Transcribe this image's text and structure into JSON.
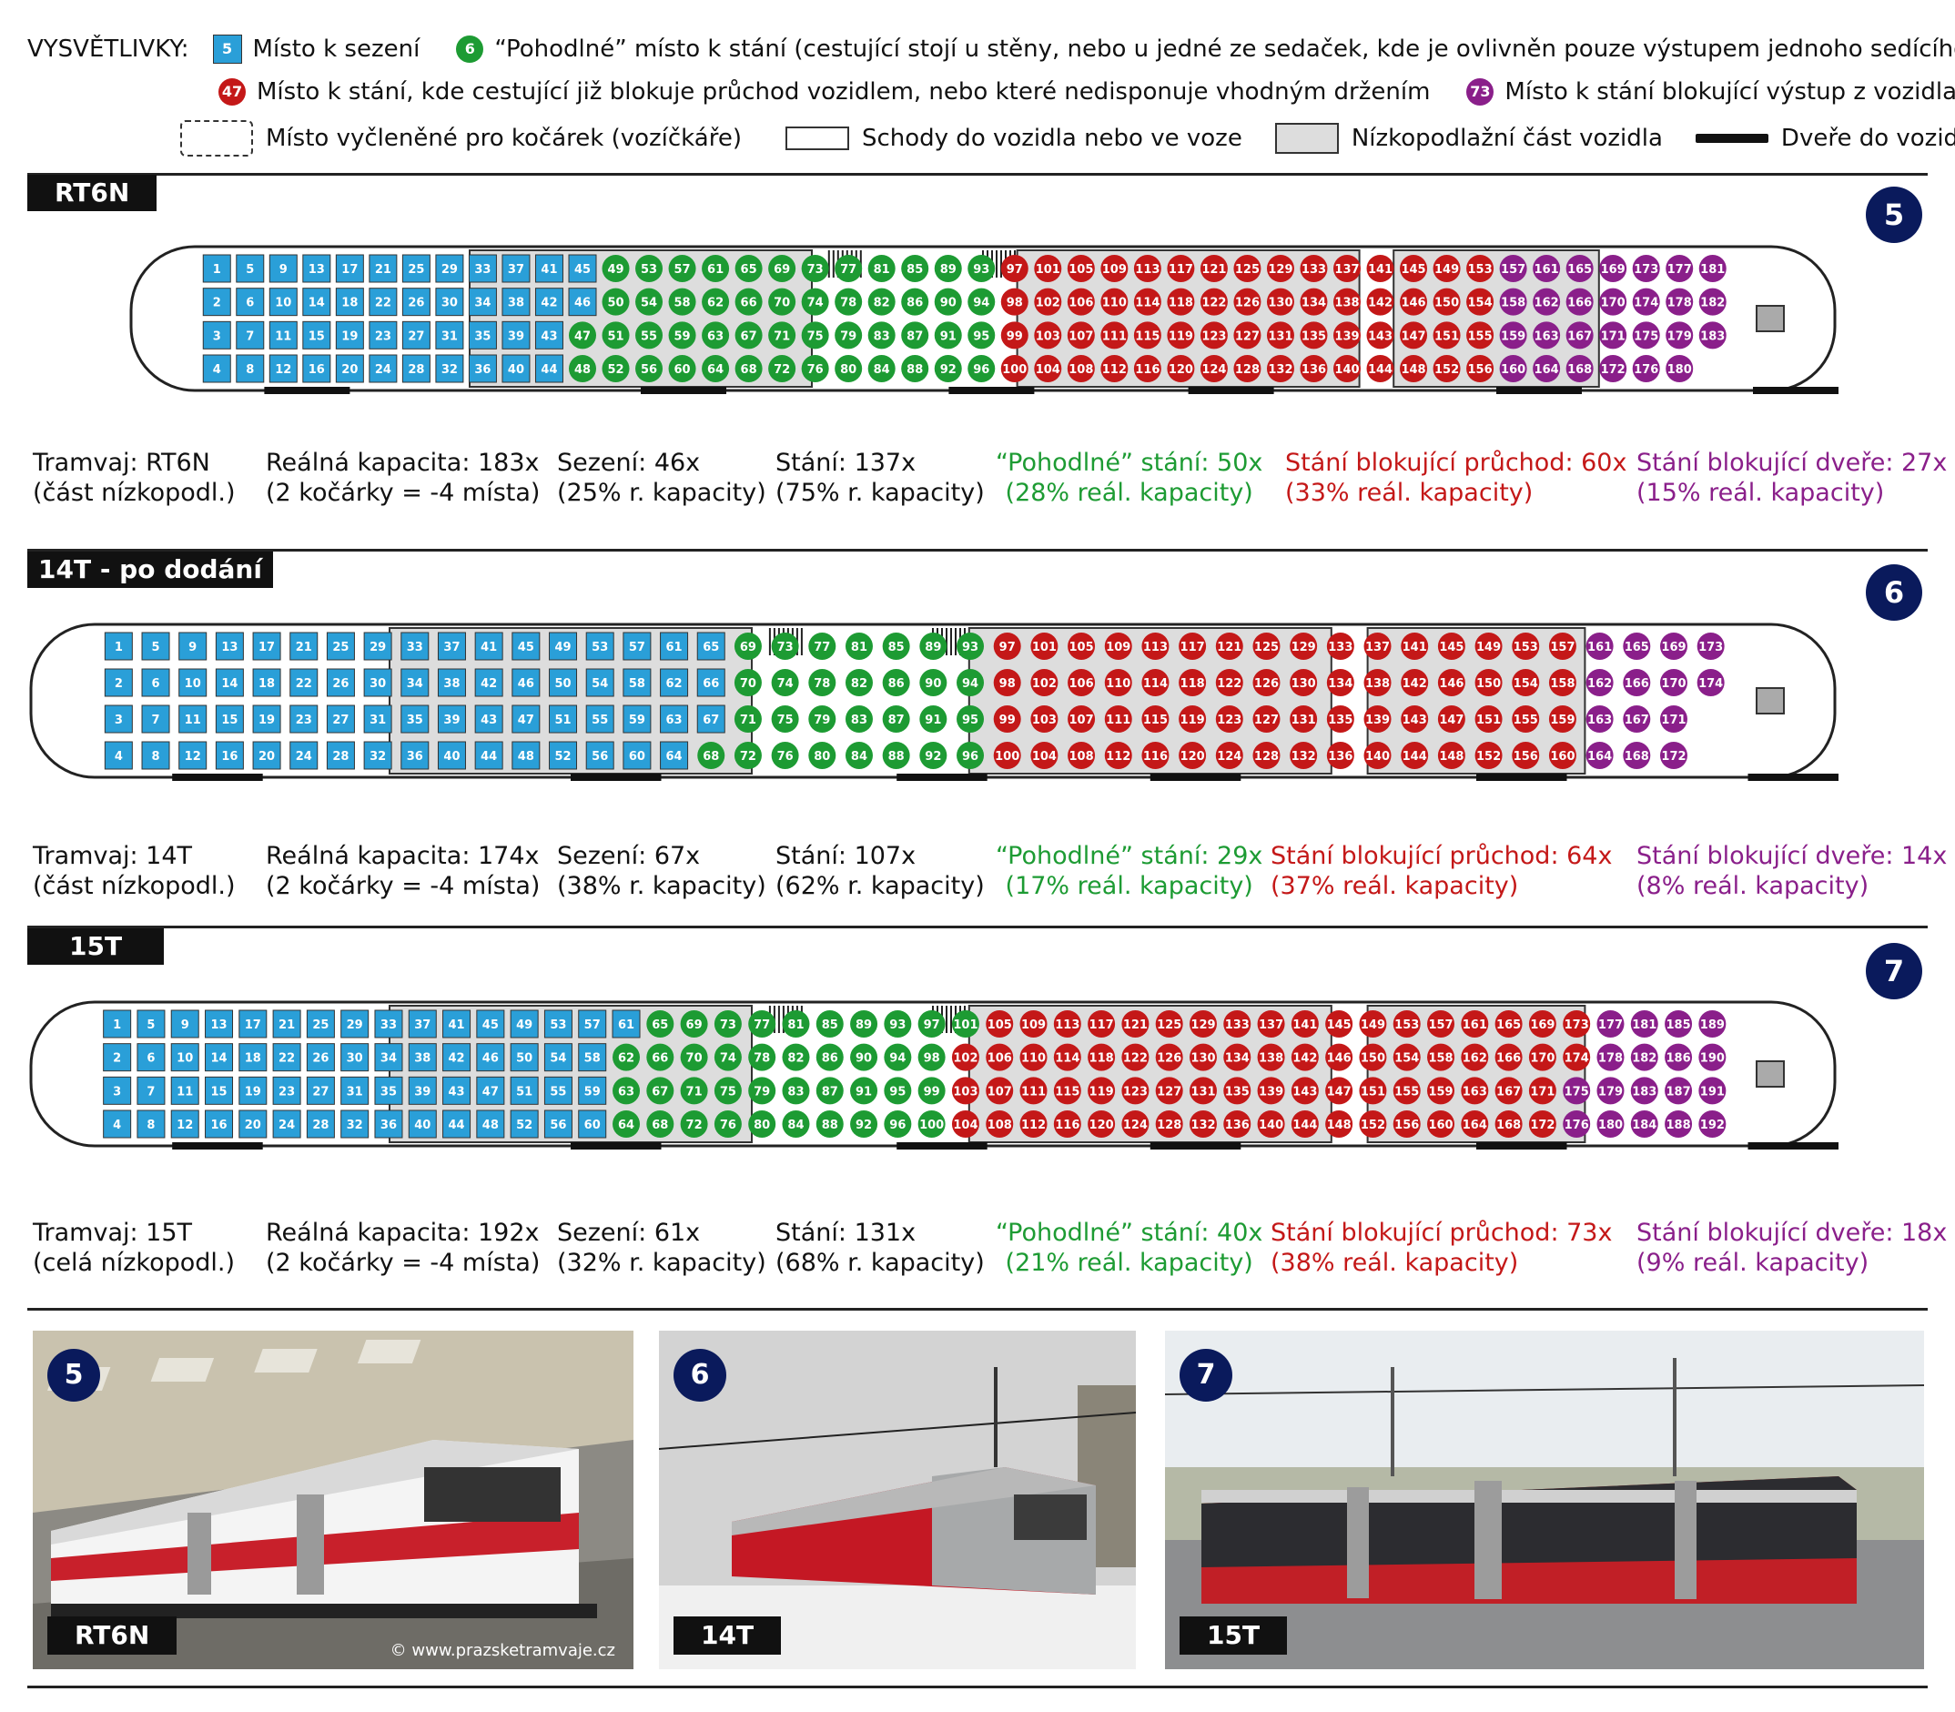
{
  "legend": {
    "heading": "VYSVĚTLIVKY:",
    "seat": {
      "sample": "5",
      "label": "Místo k sezení"
    },
    "comfortable": {
      "sample": "6",
      "label": "“Pohodlné” místo k stání (cestující stojí u stěny, nebo u jedné ze sedaček, kde je ovlivněn pouze výstupem jednoho sedícího)"
    },
    "blocking_aisle": {
      "sample": "47",
      "label": "Místo k stání, kde cestující již blokuje průchod vozidlem, nebo které nedisponuje vhodným držením"
    },
    "blocking_door": {
      "sample": "73",
      "label": "Místo k stání blokující výstup z vozidla"
    },
    "stroller": "Místo vyčleněné pro kočárek (vozíčkáře)",
    "stairs": "Schody do vozidla nebo ve voze",
    "lowfloor": "Nízkopodlažní část vozidla",
    "doors": "Dveře do vozidla"
  },
  "colors": {
    "seat": "#2a9fd8",
    "comfortable": "#1d9b33",
    "blocking_aisle": "#c41818",
    "blocking_door": "#8a1f8a",
    "badge": "#0a1a5c"
  },
  "sections": [
    {
      "tag": "RT6N",
      "badge": "5",
      "seats": 46,
      "comfortable": 50,
      "aisle": 60,
      "door": 27,
      "stats": {
        "c1l1": "Tramvaj: RT6N",
        "c1l2": "(část nízkopodl.)",
        "c2l1": "Reálná kapacita: 183x",
        "c2l2": "(2 kočárky = -4 místa)",
        "c3l1": "Sezení: 46x",
        "c3l2": "(25% r. kapacity)",
        "c4l1": "Stání: 137x",
        "c4l2": "(75% r. kapacity)",
        "c5l1": "“Pohodlné” stání: 50x",
        "c5l2": "(28% reál. kapacity)",
        "c6l1": "Stání blokující průchod: 60x",
        "c6l2": "(33% reál. kapacity)",
        "c7l1": "Stání blokující dveře: 27x",
        "c7l2": "(15% reál. kapacity)"
      }
    },
    {
      "tag": "14T - po dodání",
      "badge": "6",
      "seats": 67,
      "comfortable": 29,
      "aisle": 64,
      "door": 14,
      "stats": {
        "c1l1": "Tramvaj: 14T",
        "c1l2": "(část nízkopodl.)",
        "c2l1": "Reálná kapacita: 174x",
        "c2l2": "(2 kočárky = -4 místa)",
        "c3l1": "Sezení: 67x",
        "c3l2": "(38% r. kapacity)",
        "c4l1": "Stání: 107x",
        "c4l2": "(62% r. kapacity)",
        "c5l1": "“Pohodlné” stání: 29x",
        "c5l2": "(17% reál. kapacity)",
        "c6l1": "Stání blokující průchod: 64x",
        "c6l2": "(37% reál. kapacity)",
        "c7l1": "Stání blokující dveře: 14x",
        "c7l2": "(8% reál. kapacity)"
      }
    },
    {
      "tag": "15T",
      "badge": "7",
      "seats": 61,
      "comfortable": 40,
      "aisle": 73,
      "door": 18,
      "stats": {
        "c1l1": "Tramvaj: 15T",
        "c1l2": "(celá nízkopodl.)",
        "c2l1": "Reálná kapacita: 192x",
        "c2l2": "(2 kočárky = -4 místa)",
        "c3l1": "Sezení: 61x",
        "c3l2": "(32% r. kapacity)",
        "c4l1": "Stání: 131x",
        "c4l2": "(68% r. kapacity)",
        "c5l1": "“Pohodlné” stání: 40x",
        "c5l2": "(21% reál. kapacity)",
        "c6l1": "Stání blokující průchod: 73x",
        "c6l2": "(38% reál. kapacity)",
        "c7l1": "Stání blokující dveře: 18x",
        "c7l2": "(9% reál. kapacity)"
      }
    }
  ],
  "photos": [
    {
      "badge": "5",
      "label": "RT6N",
      "credit": "© www.prazsketramvaje.cz"
    },
    {
      "badge": "6",
      "label": "14T"
    },
    {
      "badge": "7",
      "label": "15T"
    }
  ]
}
